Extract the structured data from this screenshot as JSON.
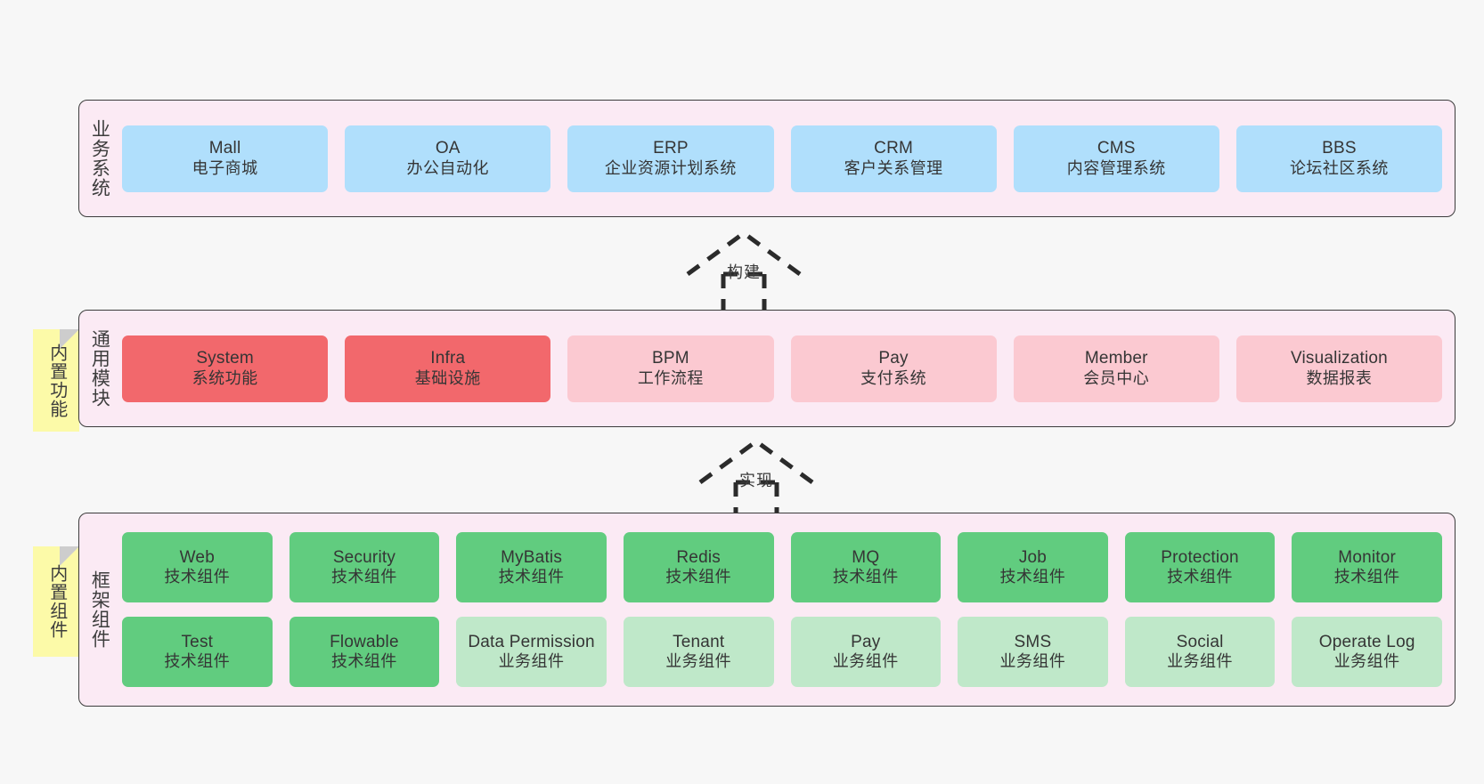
{
  "diagram": {
    "background_color": "#f7f7f7",
    "panel_color": "#fbeaf4",
    "panel_border_color": "#3c3c3c",
    "note_color": "#fcfaa8",
    "colors": {
      "business_node": "#b0dffc",
      "core_module": "#f2686c",
      "optional_module": "#fbc9d1",
      "tech_component": "#61cc7f",
      "biz_component": "#bfe8c9"
    }
  },
  "layers": [
    {
      "id": "business",
      "title": "业务系统",
      "note": null,
      "rows": [
        {
          "nodes": [
            {
              "en": "Mall",
              "cn": "电子商城",
              "color": "c-blue"
            },
            {
              "en": "OA",
              "cn": "办公自动化",
              "color": "c-blue"
            },
            {
              "en": "ERP",
              "cn": "企业资源计划系统",
              "color": "c-blue"
            },
            {
              "en": "CRM",
              "cn": "客户关系管理",
              "color": "c-blue"
            },
            {
              "en": "CMS",
              "cn": "内容管理系统",
              "color": "c-blue"
            },
            {
              "en": "BBS",
              "cn": "论坛社区系统",
              "color": "c-blue"
            }
          ]
        }
      ]
    },
    {
      "id": "common",
      "title": "通用模块",
      "note": "内置功能",
      "rows": [
        {
          "nodes": [
            {
              "en": "System",
              "cn": "系统功能",
              "color": "c-red"
            },
            {
              "en": "Infra",
              "cn": "基础设施",
              "color": "c-red"
            },
            {
              "en": "BPM",
              "cn": "工作流程",
              "color": "c-pink"
            },
            {
              "en": "Pay",
              "cn": "支付系统",
              "color": "c-pink"
            },
            {
              "en": "Member",
              "cn": "会员中心",
              "color": "c-pink"
            },
            {
              "en": "Visualization",
              "cn": "数据报表",
              "color": "c-pink"
            }
          ]
        }
      ]
    },
    {
      "id": "framework",
      "title": "框架组件",
      "note": "内置组件",
      "rows": [
        {
          "nodes": [
            {
              "en": "Web",
              "cn": "技术组件",
              "color": "c-green"
            },
            {
              "en": "Security",
              "cn": "技术组件",
              "color": "c-green"
            },
            {
              "en": "MyBatis",
              "cn": "技术组件",
              "color": "c-green"
            },
            {
              "en": "Redis",
              "cn": "技术组件",
              "color": "c-green"
            },
            {
              "en": "MQ",
              "cn": "技术组件",
              "color": "c-green"
            },
            {
              "en": "Job",
              "cn": "技术组件",
              "color": "c-green"
            },
            {
              "en": "Protection",
              "cn": "技术组件",
              "color": "c-green"
            },
            {
              "en": "Monitor",
              "cn": "技术组件",
              "color": "c-green"
            }
          ]
        },
        {
          "nodes": [
            {
              "en": "Test",
              "cn": "技术组件",
              "color": "c-green"
            },
            {
              "en": "Flowable",
              "cn": "技术组件",
              "color": "c-green"
            },
            {
              "en": "Data Permission",
              "cn": "业务组件",
              "color": "c-lightgreen"
            },
            {
              "en": "Tenant",
              "cn": "业务组件",
              "color": "c-lightgreen"
            },
            {
              "en": "Pay",
              "cn": "业务组件",
              "color": "c-lightgreen"
            },
            {
              "en": "SMS",
              "cn": "业务组件",
              "color": "c-lightgreen"
            },
            {
              "en": "Social",
              "cn": "业务组件",
              "color": "c-lightgreen"
            },
            {
              "en": "Operate Log",
              "cn": "业务组件",
              "color": "c-lightgreen"
            }
          ]
        }
      ]
    }
  ],
  "connectors": [
    {
      "id": "build",
      "label": "构建",
      "style": "dashed-generalization",
      "from": "common",
      "to": "business"
    },
    {
      "id": "realize",
      "label": "实现",
      "style": "dashed-generalization",
      "from": "framework",
      "to": "common"
    }
  ]
}
